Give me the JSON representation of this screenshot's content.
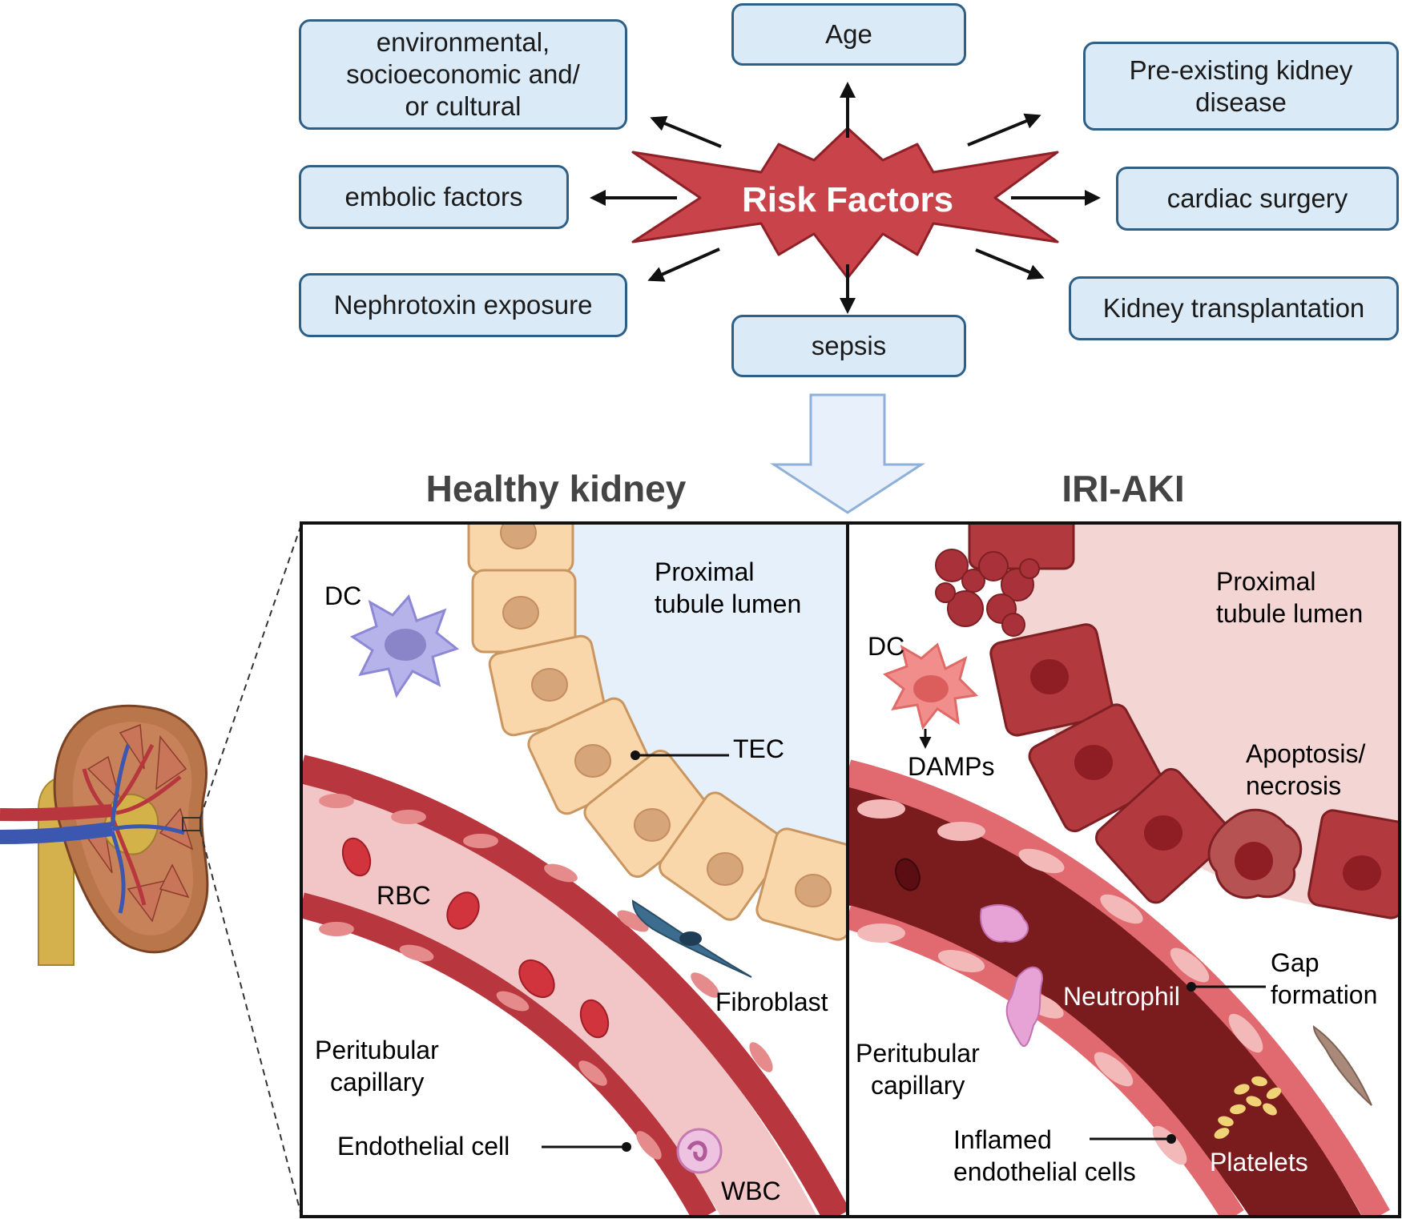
{
  "risk": {
    "center": "Risk Factors",
    "factors": {
      "environmental": "environmental,\nsocioeconomic and/\nor cultural",
      "age": "Age",
      "preexisting": "Pre-existing kidney\ndisease",
      "embolic": "embolic factors",
      "cardiac": "cardiac surgery",
      "nephrotoxin": "Nephrotoxin exposure",
      "sepsis": "sepsis",
      "transplant": "Kidney transplantation"
    }
  },
  "panels": {
    "healthy": {
      "title": "Healthy kidney",
      "dc": "DC",
      "lumen_line1": "Proximal",
      "lumen_line2": "tubule lumen",
      "tec": "TEC",
      "rbc": "RBC",
      "fibroblast": "Fibroblast",
      "capillary_line1": "Peritubular",
      "capillary_line2": "capillary",
      "endothelial": "Endothelial cell",
      "wbc": "WBC"
    },
    "aki": {
      "title": "IRI-AKI",
      "dc": "DC",
      "damps": "DAMPs",
      "lumen_line1": "Proximal",
      "lumen_line2": "tubule lumen",
      "apoptosis_line1": "Apoptosis/",
      "apoptosis_line2": "necrosis",
      "neutrophil": "Neutrophil",
      "gap_line1": "Gap",
      "gap_line2": "formation",
      "capillary_line1": "Peritubular",
      "capillary_line2": "capillary",
      "inflamed_line1": "Inflamed",
      "inflamed_line2": "endothelial cells",
      "platelets": "Platelets"
    }
  },
  "colors": {
    "box_fill": "#dbeaf7",
    "box_border": "#2e5f86",
    "star_fill": "#c9434a",
    "tubule_cell": "#f9d7aa",
    "vessel_dark": "#b8363e",
    "vessel_inflamed": "#7a1b1e"
  }
}
